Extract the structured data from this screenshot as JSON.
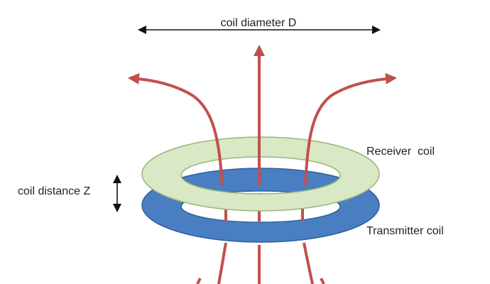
{
  "labels": {
    "coil_diameter": "coil diameter D",
    "receiver_coil": "Receiver  coil",
    "transmitter_coil": "Transmitter coil",
    "coil_distance": "coil distance Z"
  },
  "colors": {
    "field_line": "#c0504d",
    "receiver_coil_fill": "#d9e8c5",
    "receiver_coil_stroke": "#9bb57a",
    "transmitter_coil_fill": "#4a7ec2",
    "transmitter_coil_stroke": "#2f5f9e",
    "dimension_arrow": "#111111"
  }
}
